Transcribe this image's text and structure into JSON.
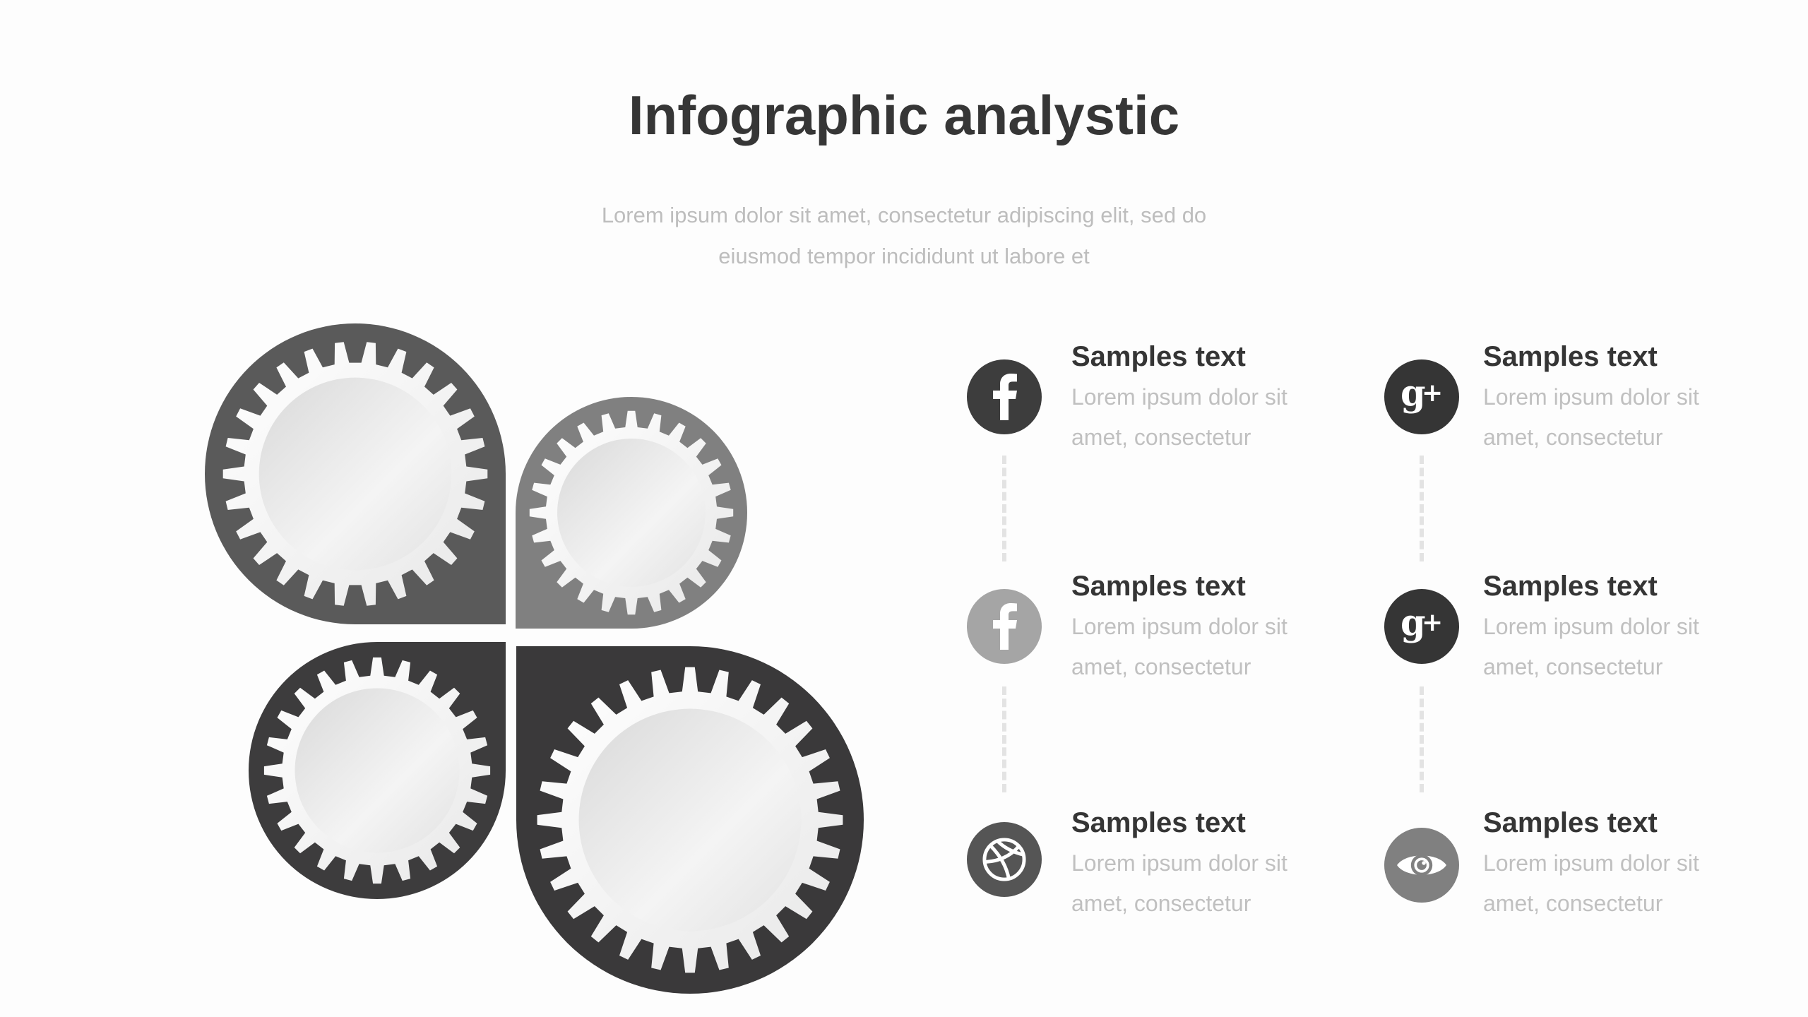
{
  "header": {
    "title": "Infographic analystic",
    "subtitle_line1": "Lorem ipsum dolor sit amet, consectetur adipiscing elit, sed do",
    "subtitle_line2": "eiusmod tempor incididunt ut labore et"
  },
  "diagram": {
    "petals": [
      {
        "name": "top-left",
        "color": "#5a5a5a"
      },
      {
        "name": "top-right",
        "color": "#808080"
      },
      {
        "name": "bottom-left",
        "color": "#3d3c3d"
      },
      {
        "name": "bottom-right",
        "color": "#3a393a"
      }
    ]
  },
  "items": [
    {
      "icon": "facebook-icon",
      "color": "#3d3d3d",
      "title": "Samples text",
      "line1": "Lorem ipsum dolor sit",
      "line2": "amet, consectetur"
    },
    {
      "icon": "facebook-icon",
      "color": "#a5a5a5",
      "title": "Samples text",
      "line1": "Lorem ipsum dolor sit",
      "line2": "amet, consectetur"
    },
    {
      "icon": "dribbble-icon",
      "color": "#555555",
      "title": "Samples text",
      "line1": "Lorem ipsum dolor sit",
      "line2": "amet, consectetur"
    },
    {
      "icon": "google-plus-icon",
      "color": "#353535",
      "title": "Samples text",
      "line1": "Lorem ipsum dolor sit",
      "line2": "amet, consectetur"
    },
    {
      "icon": "google-plus-icon",
      "color": "#353535",
      "title": "Samples text",
      "line1": "Lorem ipsum dolor sit",
      "line2": "amet, consectetur"
    },
    {
      "icon": "eye-icon",
      "color": "#808080",
      "title": "Samples text",
      "line1": "Lorem ipsum dolor sit",
      "line2": "amet, consectetur"
    }
  ]
}
